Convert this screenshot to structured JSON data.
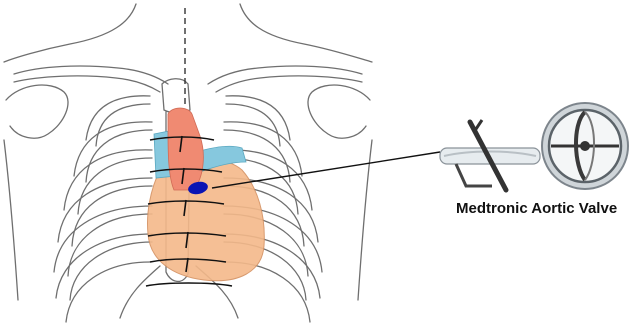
{
  "figure": {
    "label": "Medtronic Aortic Valve",
    "colors": {
      "heart": "#f4b98a",
      "aorta": "#f08a72",
      "vessels": "#86c8de",
      "valve_marker": "#0a14b4",
      "line": "#111111",
      "ribs": "#6f6f6f"
    },
    "icons": [
      "rib-cage-illustration",
      "heart-illustration",
      "valve-side-view-icon",
      "valve-top-view-icon"
    ]
  }
}
